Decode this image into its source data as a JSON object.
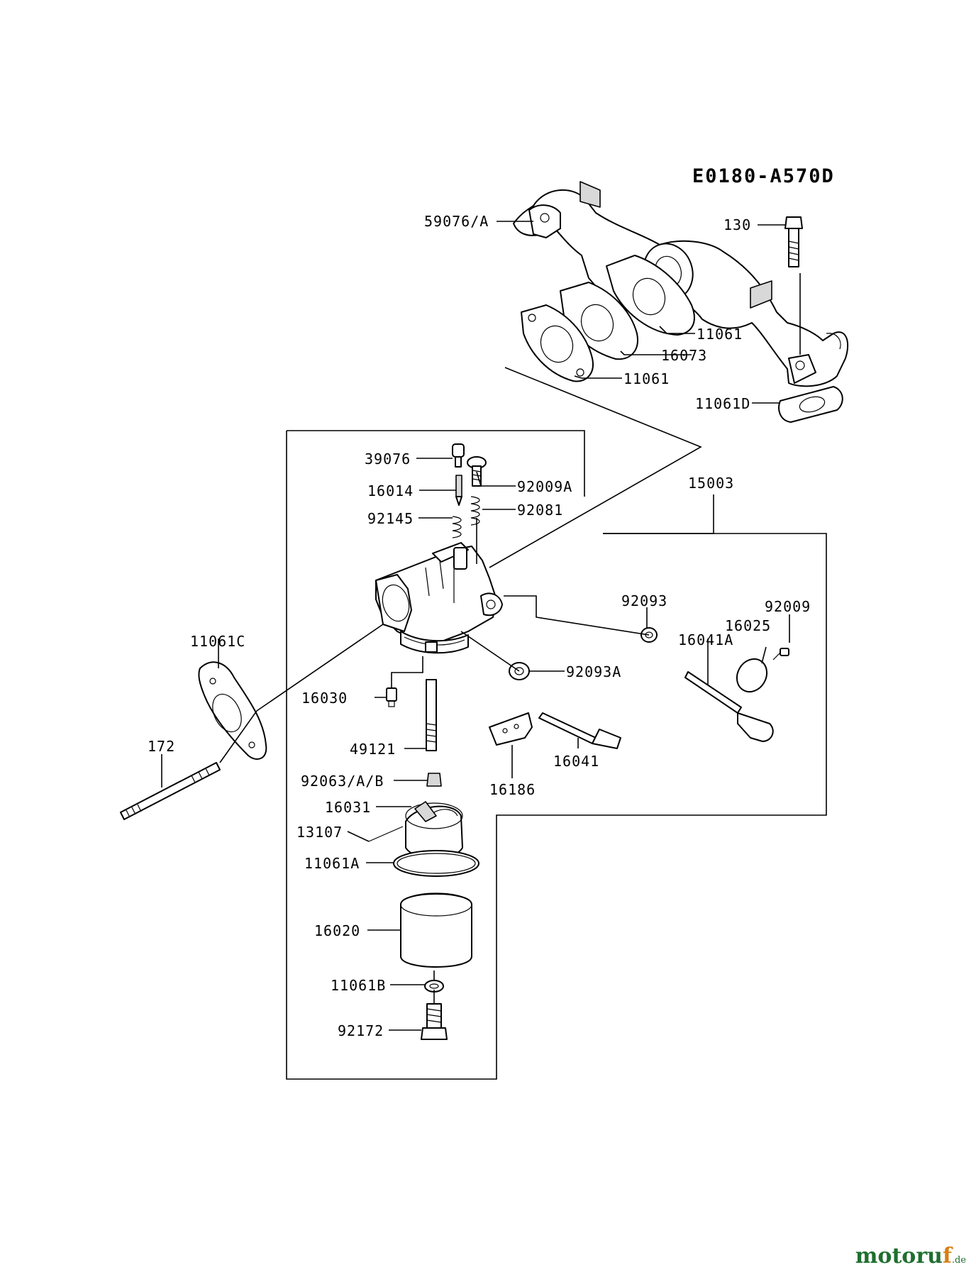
{
  "diagram_code": "E0180-A570D",
  "part_labels": {
    "p59076A": "59076/A",
    "p130": "130",
    "p11061a": "11061",
    "p16073": "16073",
    "p11061b": "11061",
    "p11061D": "11061D",
    "p39076": "39076",
    "p92009A": "92009A",
    "p16014": "16014",
    "p92081": "92081",
    "p92145": "92145",
    "p15003": "15003",
    "p92093": "92093",
    "p92009": "92009",
    "p16025": "16025",
    "p16041A": "16041A",
    "p11061C": "11061C",
    "p92093A": "92093A",
    "p16030": "16030",
    "p49121": "49121",
    "p16041": "16041",
    "p172": "172",
    "p16186": "16186",
    "p92063AB": "92063/A/B",
    "p16031": "16031",
    "p13107": "13107",
    "p11061A": "11061A",
    "p16020": "16020",
    "p11061B": "11061B",
    "p92172": "92172"
  },
  "watermark": {
    "main": "moto",
    "accent": "r",
    "rest": "u",
    "f": "f",
    "tld": ".de"
  }
}
